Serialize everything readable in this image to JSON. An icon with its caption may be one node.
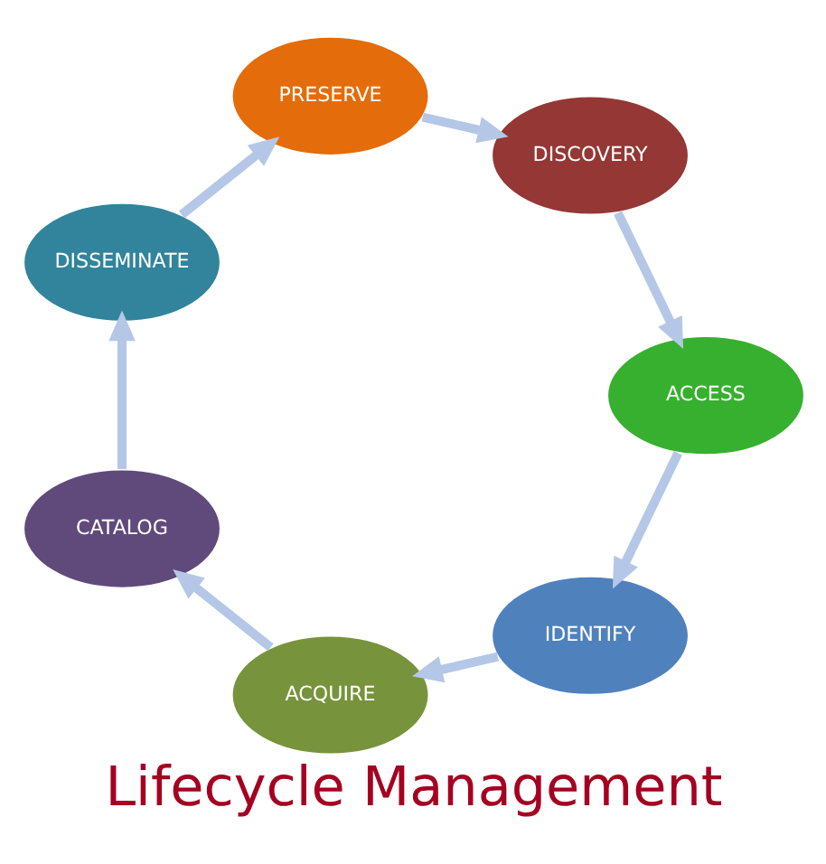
{
  "diagram": {
    "title": "Lifecycle Management",
    "nodes": [
      {
        "text": [
          "IDENTIFY"
        ]
      },
      {
        "text": [
          "ACQUIRE"
        ]
      },
      {
        "text": [
          "CATALOG"
        ]
      },
      {
        "text": [
          "DISSEMINATE"
        ]
      },
      {
        "text": [
          "PRESERVE"
        ]
      },
      {
        "text": [
          "DISCOVERY"
        ]
      },
      {
        "text": [
          "ACCESS"
        ]
      }
    ],
    "edges": [
      {
        "from": 0,
        "to": 1,
        "arrow": "to"
      },
      {
        "from": 1,
        "to": 2,
        "arrow": "to"
      },
      {
        "from": 2,
        "to": 3,
        "arrow": "to"
      },
      {
        "from": 3,
        "to": 4,
        "arrow": "to"
      },
      {
        "from": 4,
        "to": 5,
        "arrow": "to"
      },
      {
        "from": 5,
        "to": 6,
        "arrow": "to"
      },
      {
        "from": 6,
        "to": 0,
        "arrow": "to"
      }
    ]
  }
}
